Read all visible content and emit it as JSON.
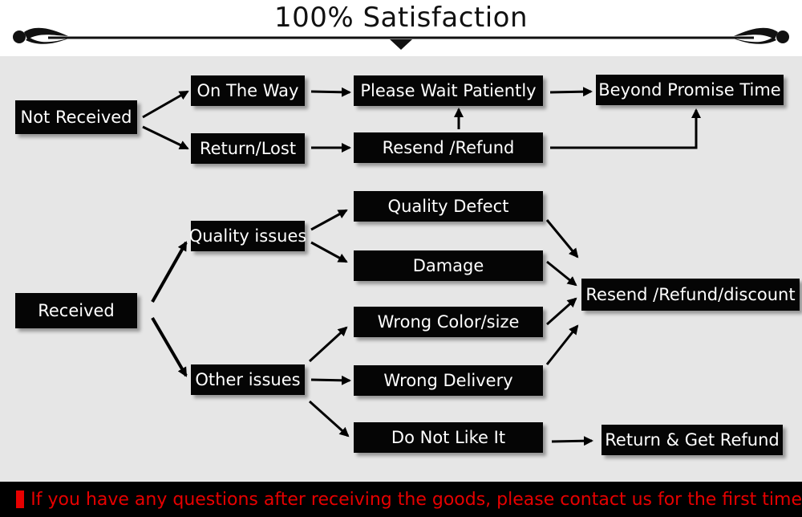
{
  "header": {
    "title": "100% Satisfaction"
  },
  "nodes": {
    "not_received": "Not Received",
    "on_the_way": "On The Way",
    "return_lost": "Return/Lost",
    "please_wait": "Please Wait Patiently",
    "resend_refund": "Resend /Refund",
    "beyond_promise": "Beyond Promise Time",
    "received": "Received",
    "quality_issues": "Quality issues",
    "other_issues": "Other issues",
    "quality_defect": "Quality Defect",
    "damage": "Damage",
    "wrong_color": "Wrong Color/size",
    "wrong_delivery": "Wrong Delivery",
    "do_not_like": "Do Not Like It",
    "resend_refund_discount": "Resend /Refund/discount",
    "return_get_refund": "Return & Get Refund"
  },
  "footer": {
    "text": "If you have any questions after receiving the goods, please contact us for the first time"
  },
  "colors": {
    "box": "#050505",
    "panel": "#e6e6e6",
    "footer_text": "#e60000",
    "footer_bg": "#000000"
  }
}
